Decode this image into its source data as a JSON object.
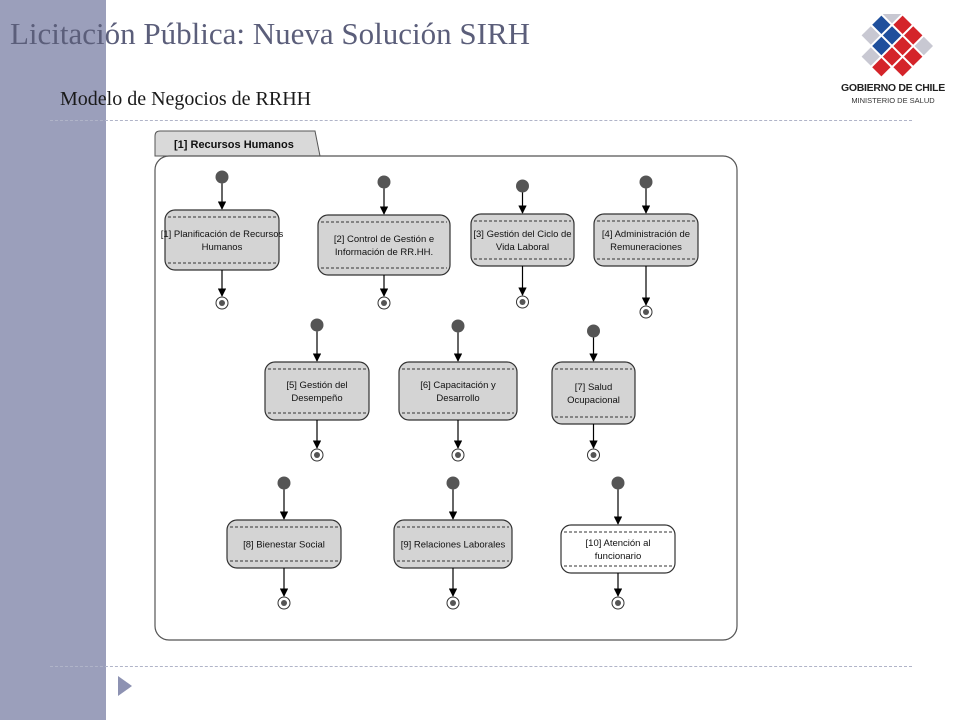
{
  "slide": {
    "title": "Licitación Pública: Nueva Solución SIRH",
    "subtitle": "Modelo de Negocios de RRHH"
  },
  "logo": {
    "line1": "GOBIERNO DE CHILE",
    "line2": "MINISTERIO DE SALUD",
    "colors": [
      "#1f4f9c",
      "#d4242a",
      "#b8b8c4"
    ]
  },
  "diagram": {
    "tab_label": "[1] Recursos Humanos",
    "activities": [
      {
        "lines": [
          "[1] Planificación de Recursos",
          "Humanos"
        ],
        "style": "gray"
      },
      {
        "lines": [
          "[2] Control de Gestión e",
          "Información de RR.HH."
        ],
        "style": "gray"
      },
      {
        "lines": [
          "[3] Gestión del Ciclo de",
          "Vida Laboral"
        ],
        "style": "gray"
      },
      {
        "lines": [
          "[4] Administración de",
          "Remuneraciones"
        ],
        "style": "gray"
      },
      {
        "lines": [
          "[5] Gestión del",
          "Desempeño"
        ],
        "style": "gray"
      },
      {
        "lines": [
          "[6] Capacitación y",
          "Desarrollo"
        ],
        "style": "gray"
      },
      {
        "lines": [
          "[7] Salud",
          "Ocupacional"
        ],
        "style": "gray"
      },
      {
        "lines": [
          "[8] Bienestar Social"
        ],
        "style": "gray"
      },
      {
        "lines": [
          "[9] Relaciones Laborales"
        ],
        "style": "gray"
      },
      {
        "lines": [
          "[10] Atención al",
          "funcionario"
        ],
        "style": "white"
      }
    ]
  },
  "colors": {
    "sidebar": "#9b9fbb",
    "activity_fill": "#d4d4d4",
    "activity_fill_white": "#ffffff",
    "node": "#555555"
  }
}
